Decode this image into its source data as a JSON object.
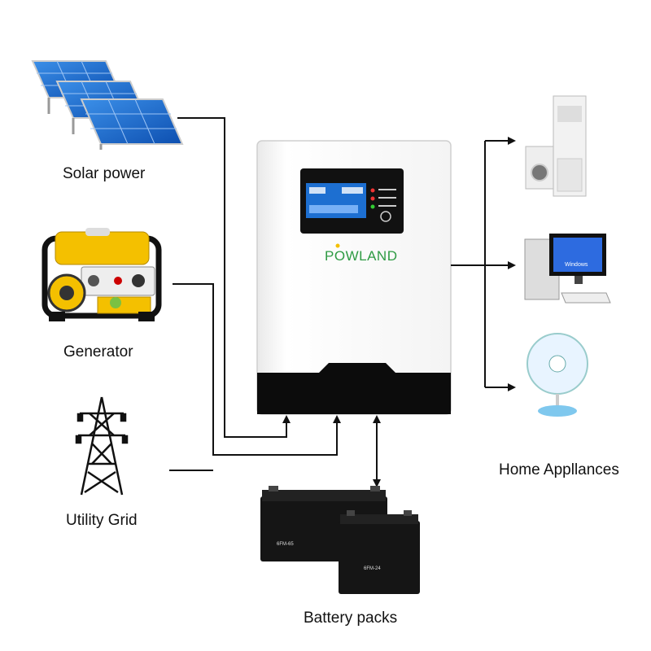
{
  "inputs": {
    "solar": "Solar power",
    "generator": "Generator",
    "grid": "Utility Grid"
  },
  "outputs": {
    "appliances": "Home Appllances"
  },
  "storage": {
    "battery": "Battery packs"
  },
  "inverter": {
    "brand_first": "P",
    "brand_o": "O",
    "brand_rest": "WLAND"
  },
  "battery_models": [
    "6FM-65",
    "6FM-24"
  ],
  "device_labels": {
    "windows": "Windows"
  },
  "colors": {
    "brand": "#2e9b43",
    "accent": "#f4c000",
    "screen": "#1d6fd1",
    "lines": "#111111"
  }
}
